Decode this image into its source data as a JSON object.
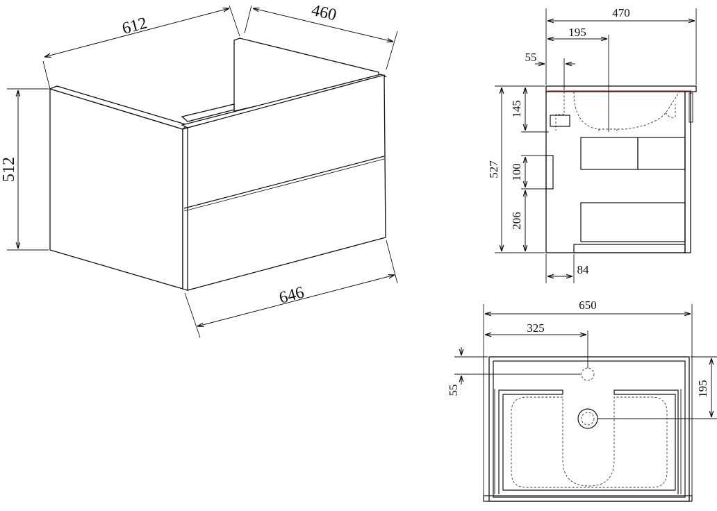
{
  "isometric": {
    "width_top": "612",
    "depth_top": "460",
    "height_left": "512",
    "width_bottom": "646"
  },
  "side_view": {
    "depth_total": "470",
    "drain_offset": "195",
    "top_offset": "55",
    "total_height": "527",
    "basin_depth": "145",
    "opening_height": "100",
    "lower_height": "206",
    "bottom_offset": "84"
  },
  "top_view": {
    "width_total": "650",
    "center_offset": "325",
    "faucet_offset": "55",
    "drain_depth": "195"
  },
  "colors": {
    "line": "#111111",
    "accent": "#c0392b"
  }
}
